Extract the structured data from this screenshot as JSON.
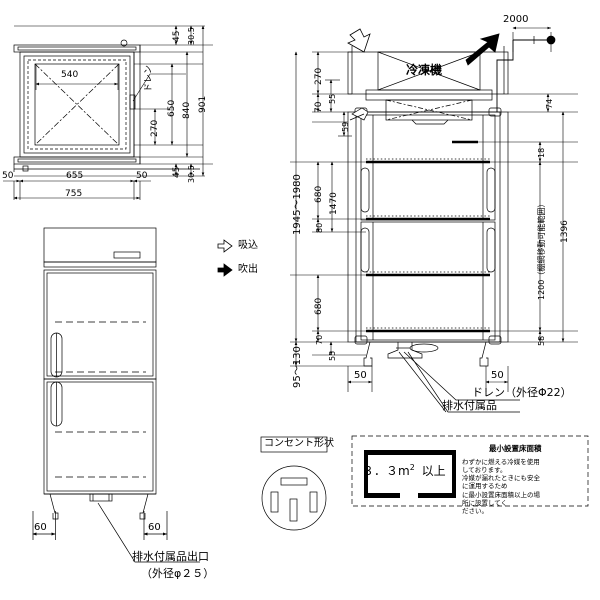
{
  "drawing": {
    "title": "refrigerator-installation-dimension-drawing",
    "line_color": "#000000"
  },
  "top_view": {
    "name": "top-left-plan-view",
    "dims": {
      "inner_width": "540",
      "body_width": "655",
      "left_clearance": "50",
      "right_clearance": "50",
      "total_width": "755",
      "drain_height": "270",
      "mid_height": "650",
      "upper_height": "840",
      "total_height": "901",
      "top_offset_a": "45",
      "top_offset_b": "30.5",
      "bot_offset_a": "45",
      "bot_offset_b": "30.5"
    },
    "labels": {
      "drain": "ドレン"
    }
  },
  "legend": {
    "name": "airflow-legend",
    "intake": "吸込",
    "outlet": "吹出"
  },
  "front_view": {
    "name": "bottom-left-front-view",
    "left_leg": "60",
    "right_leg": "60",
    "drain_outlet_label": "排水付属品出口",
    "drain_outlet_sub": "（外径φ２５）"
  },
  "side_view": {
    "name": "right-elevation-view",
    "unit_label": "冷凍機",
    "cord_length": "2000",
    "dims": {
      "d270": "270",
      "d70": "70",
      "d55": "55",
      "d59": "59",
      "d680_upper": "680",
      "d1470": "1470",
      "d80": "80",
      "d680_lower": "680",
      "d70_bottom": "70",
      "d55_bottom": "55",
      "height_range": "1945〜1980",
      "leg_range": "95〜130",
      "d74": "74",
      "d18": "18",
      "shelf_range": "1200（棚網移動可能範囲）",
      "d1396": "1396",
      "d58": "58",
      "d50_left": "50",
      "d50_right": "50"
    },
    "labels": {
      "drain": "ドレン（外径Φ22）",
      "drain_parts": "排水付属品"
    }
  },
  "outlet_panel": {
    "name": "power-outlet-shape-panel",
    "title": "コンセント形状"
  },
  "floor_area_panel": {
    "name": "minimum-floor-area-panel",
    "area_value": "３．３m",
    "area_sup": "2",
    "area_suffix": "以上",
    "title": "最小設置床面積",
    "body_line1": "わずかに燃える冷媒を使用しております。",
    "body_line2": "冷媒が漏れたときにも安全に運用するため",
    "body_line3": "に最小設置床面積以上の場所に設置してく",
    "body_line4": "ださい。"
  }
}
